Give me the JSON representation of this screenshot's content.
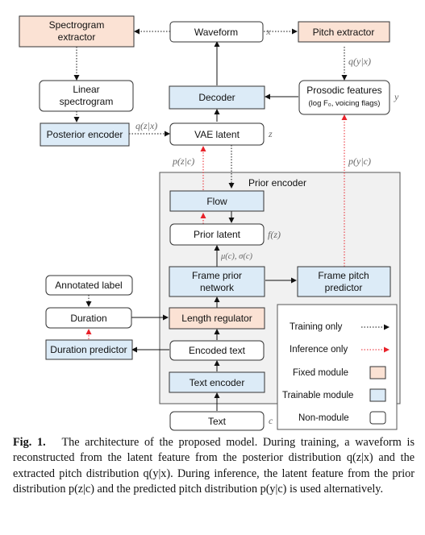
{
  "nodes": {
    "waveform": "Waveform",
    "spectrogram_extractor_1": "Spectrogram",
    "spectrogram_extractor_2": "extractor",
    "pitch_extractor": "Pitch extractor",
    "linear_spectrogram_1": "Linear",
    "linear_spectrogram_2": "spectrogram",
    "decoder": "Decoder",
    "prosodic_features_1": "Prosodic features",
    "prosodic_features_2": "(log F₀, voicing flags)",
    "posterior_encoder": "Posterior encoder",
    "vae_latent": "VAE latent",
    "prior_encoder": "Prior encoder",
    "flow": "Flow",
    "prior_latent": "Prior latent",
    "frame_prior_network_1": "Frame prior",
    "frame_prior_network_2": "network",
    "frame_pitch_predictor_1": "Frame pitch",
    "frame_pitch_predictor_2": "predictor",
    "annotated_label": "Annotated label",
    "duration": "Duration",
    "length_regulator": "Length regulator",
    "duration_predictor": "Duration predictor",
    "encoded_text": "Encoded text",
    "text_encoder": "Text encoder",
    "text": "Text"
  },
  "symbols": {
    "x": "x",
    "y": "y",
    "z": "z",
    "c": "c",
    "q_y_x": "q(y|x)",
    "q_z_x": "q(z|x)",
    "p_z_c": "p(z|c)",
    "p_y_c": "p(y|c)",
    "f_z": "f(z)",
    "mu_sigma": "μ(c), σ(c)"
  },
  "legend": {
    "training_only": "Training only",
    "inference_only": "Inference only",
    "fixed_module": "Fixed module",
    "trainable_module": "Trainable module",
    "non_module": "Non-module"
  },
  "colors": {
    "fixed": "#fbe2d4",
    "trainable": "#dcebf7",
    "non_module": "#ffffff",
    "prior_bg": "#f1f1f1",
    "inference_arrow": "#e8222a"
  },
  "caption": {
    "label": "Fig. 1",
    "text": "The architecture of the proposed model. During training, a waveform is reconstructed from the latent feature from the posterior distribution q(z|x) and the extracted pitch distribution q(y|x). During inference, the latent feature from the prior distribution p(z|c) and the predicted pitch distribution p(y|c) is used alternatively."
  }
}
